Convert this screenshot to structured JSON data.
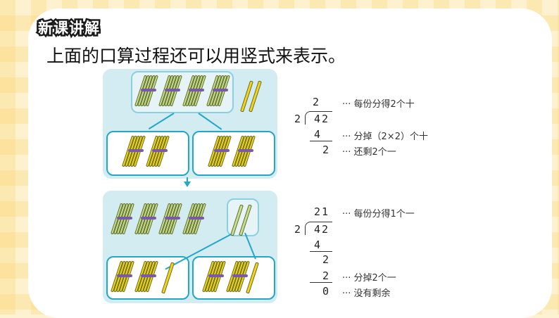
{
  "header": {
    "badge": "新课讲解",
    "subtitle": "上面的口算过程还可以用竖式来表示。"
  },
  "division1": {
    "quotient": "2",
    "divisor": "2",
    "dividend": "42",
    "step_product": "4",
    "remainder": "2",
    "note_quotient": "··· 每份分得2个十",
    "note_product": "··· 分掉（2×2）个十",
    "note_remainder": "··· 还剩2个一"
  },
  "division2": {
    "quotient": "21",
    "divisor": "2",
    "dividend": "42",
    "step_product": "4",
    "step_bring": "2",
    "step_product2": "2",
    "remainder": "0",
    "note_quotient": "··· 每份分得1个一",
    "note_product2": "··· 分掉2个一",
    "note_remainder": "··· 没有剩余"
  },
  "colors": {
    "panel": "#d2ecf2",
    "border": "#22a7c9",
    "bundle_light": "#c8dc92",
    "bundle_yellow": "#f6d21e"
  }
}
